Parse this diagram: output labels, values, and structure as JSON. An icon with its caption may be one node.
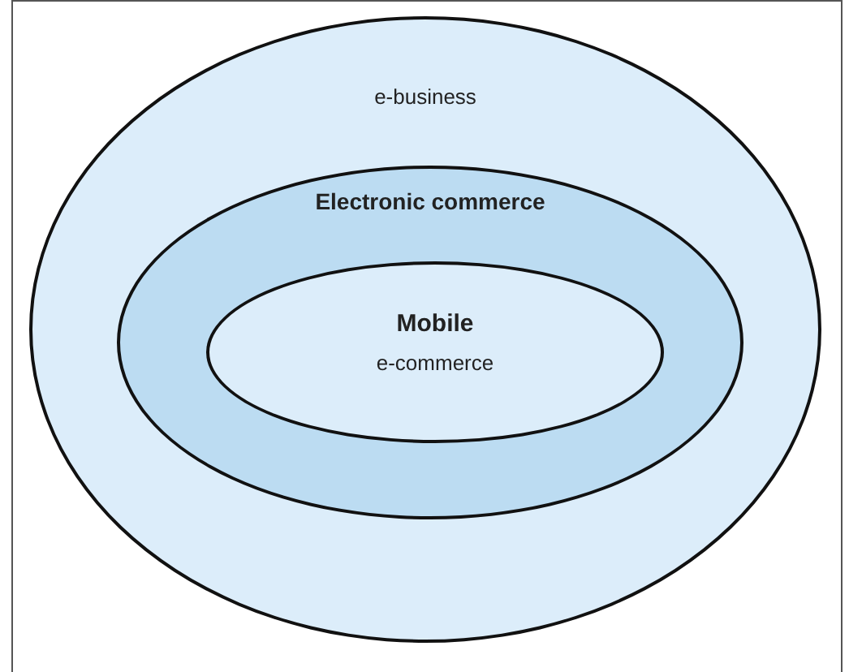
{
  "diagram": {
    "nodes": [
      {
        "text": [
          "e-business"
        ]
      },
      {
        "text": [
          "Electronic commerce"
        ],
        "in": 0
      },
      {
        "text": [
          "Mobile",
          "e-commerce"
        ],
        "in": 1
      }
    ]
  }
}
